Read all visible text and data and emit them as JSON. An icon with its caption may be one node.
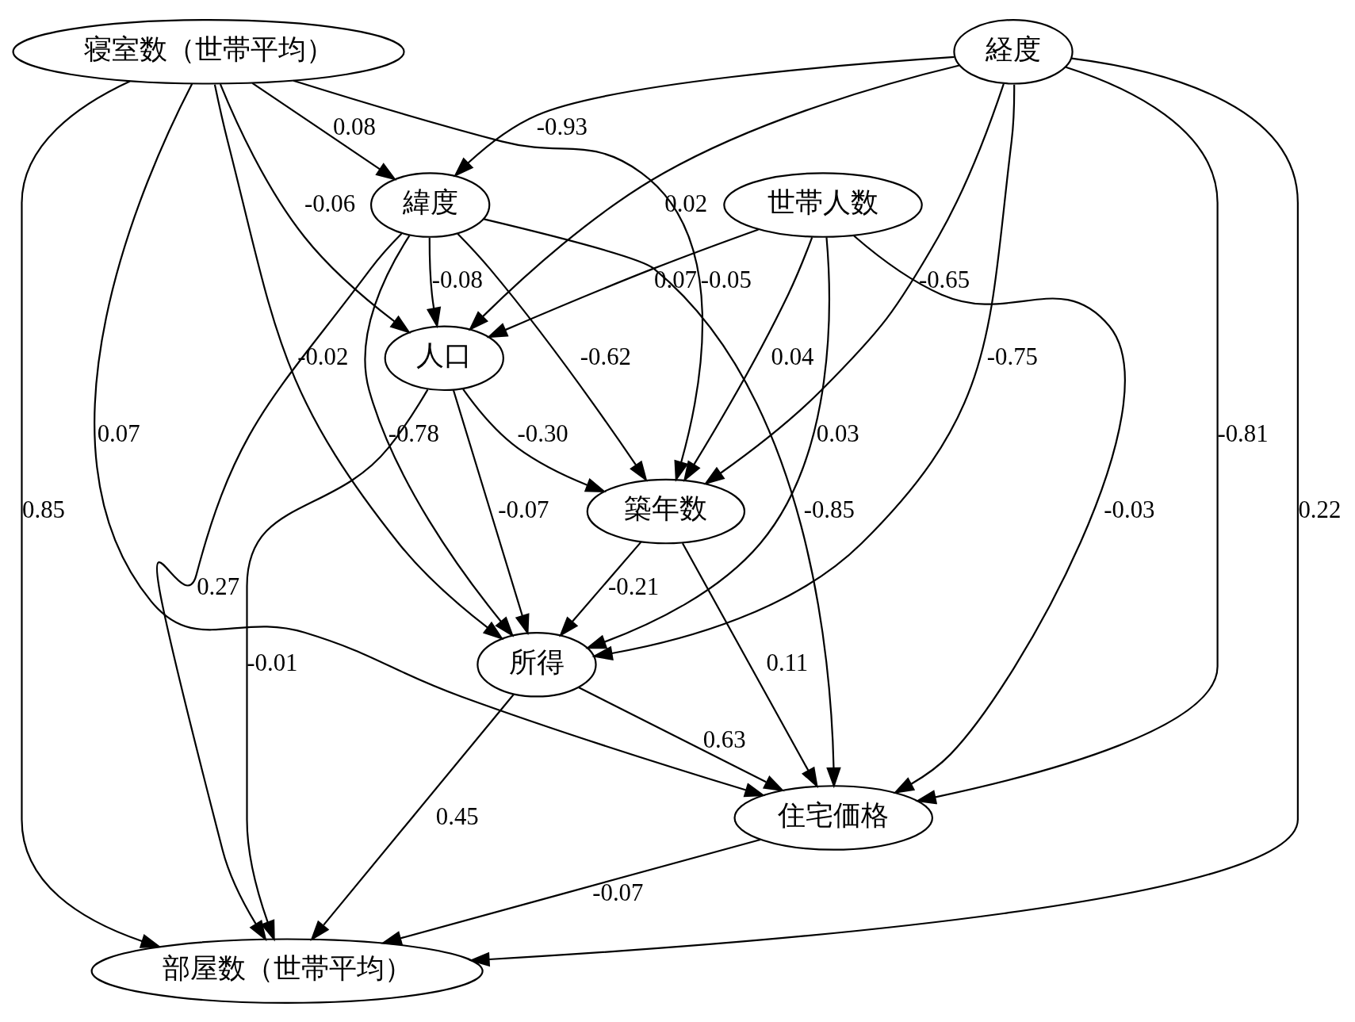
{
  "diagram": {
    "nodes": [
      {
        "text": [
          "寝室数（世帯平均）"
        ]
      },
      {
        "text": [
          "経度"
        ]
      },
      {
        "text": [
          "緯度"
        ]
      },
      {
        "text": [
          "世帯人数"
        ]
      },
      {
        "text": [
          "人口"
        ]
      },
      {
        "text": [
          "築年数"
        ]
      },
      {
        "text": [
          "所得"
        ]
      },
      {
        "text": [
          "住宅価格"
        ]
      },
      {
        "text": [
          "部屋数（世帯平均）"
        ]
      }
    ],
    "edges": [
      {
        "from": 0,
        "to": 2,
        "arrow": "to",
        "label": "0.08"
      },
      {
        "from": 1,
        "to": 2,
        "arrow": "to",
        "label": "-0.93"
      },
      {
        "from": 0,
        "to": 4,
        "arrow": "to",
        "label": "-0.06"
      },
      {
        "from": 1,
        "to": 4,
        "arrow": "to",
        "label": "0.02"
      },
      {
        "from": 2,
        "to": 4,
        "arrow": "to",
        "label": "-0.08"
      },
      {
        "from": 3,
        "to": 4,
        "arrow": "to",
        "label": "0.07"
      },
      {
        "from": 0,
        "to": 5,
        "arrow": "to",
        "label": "-0.05"
      },
      {
        "from": 1,
        "to": 5,
        "arrow": "to",
        "label": "-0.65"
      },
      {
        "from": 2,
        "to": 5,
        "arrow": "to",
        "label": "-0.62"
      },
      {
        "from": 3,
        "to": 5,
        "arrow": "to",
        "label": "0.04"
      },
      {
        "from": 4,
        "to": 5,
        "arrow": "to",
        "label": "-0.30"
      },
      {
        "from": 0,
        "to": 6,
        "arrow": "to",
        "label": "-0.02"
      },
      {
        "from": 1,
        "to": 6,
        "arrow": "to",
        "label": "-0.75"
      },
      {
        "from": 2,
        "to": 6,
        "arrow": "to",
        "label": "-0.78"
      },
      {
        "from": 3,
        "to": 6,
        "arrow": "to",
        "label": "0.03"
      },
      {
        "from": 4,
        "to": 6,
        "arrow": "to",
        "label": "-0.07"
      },
      {
        "from": 5,
        "to": 6,
        "arrow": "to",
        "label": "-0.21"
      },
      {
        "from": 0,
        "to": 7,
        "arrow": "to",
        "label": "0.07"
      },
      {
        "from": 1,
        "to": 7,
        "arrow": "to",
        "label": "-0.81"
      },
      {
        "from": 2,
        "to": 7,
        "arrow": "to",
        "label": "-0.85"
      },
      {
        "from": 3,
        "to": 7,
        "arrow": "to",
        "label": "-0.03"
      },
      {
        "from": 5,
        "to": 7,
        "arrow": "to",
        "label": "0.11"
      },
      {
        "from": 6,
        "to": 7,
        "arrow": "to",
        "label": "0.63"
      },
      {
        "from": 0,
        "to": 8,
        "arrow": "to",
        "label": "0.85"
      },
      {
        "from": 1,
        "to": 8,
        "arrow": "to",
        "label": "0.22"
      },
      {
        "from": 2,
        "to": 8,
        "arrow": "to",
        "label": "0.27"
      },
      {
        "from": 4,
        "to": 8,
        "arrow": "to",
        "label": "-0.01"
      },
      {
        "from": 6,
        "to": 8,
        "arrow": "to",
        "label": "0.45"
      },
      {
        "from": 7,
        "to": 8,
        "arrow": "to",
        "label": "-0.07"
      }
    ]
  }
}
